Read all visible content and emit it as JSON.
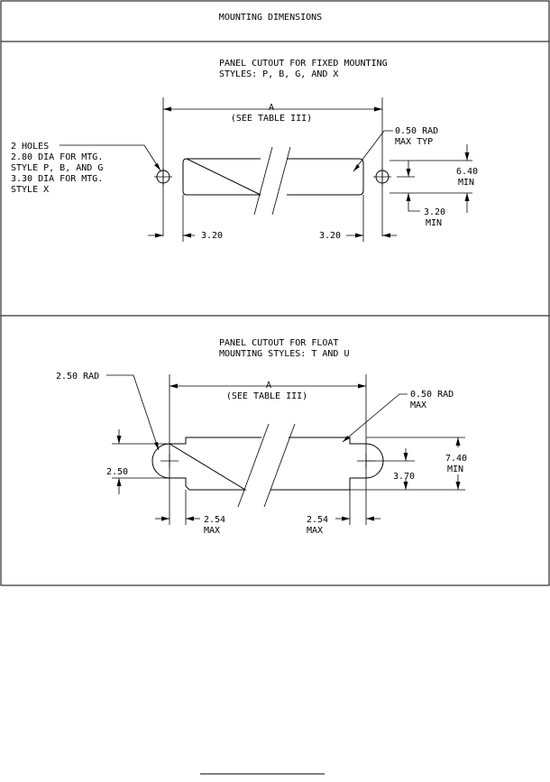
{
  "title": "MOUNTING  DIMENSIONS",
  "fixed": {
    "heading1": "PANEL CUTOUT FOR FIXED MOUNTING",
    "heading2": "STYLES: P, B, G, AND X",
    "dim_a": "A",
    "see_table": "(SEE TABLE III)",
    "holes_note": [
      "2 HOLES",
      "2.80 DIA FOR MTG.",
      "STYLE P, B, AND G",
      "3.30 DIA FOR MTG.",
      "STYLE X"
    ],
    "rad_note": [
      "0.50 RAD",
      "MAX TYP"
    ],
    "height_dim": [
      "6.40",
      "MIN"
    ],
    "offset_dim": [
      "3.20",
      "MIN"
    ],
    "left_dim": "3.20",
    "right_dim": "3.20"
  },
  "float": {
    "heading1": "PANEL CUTOUT FOR FLOAT",
    "heading2": "MOUNTING STYLES: T AND U",
    "dim_a": "A",
    "see_table": "(SEE TABLE III)",
    "rad_left": "2.50 RAD",
    "rad_right": [
      "0.50 RAD",
      "MAX"
    ],
    "slot_dim": "2.50",
    "height_dim": [
      "7.40",
      "MIN"
    ],
    "half_dim": "3.70",
    "left_dim": [
      "2.54",
      "MAX"
    ],
    "right_dim": [
      "2.54",
      "MAX"
    ]
  }
}
